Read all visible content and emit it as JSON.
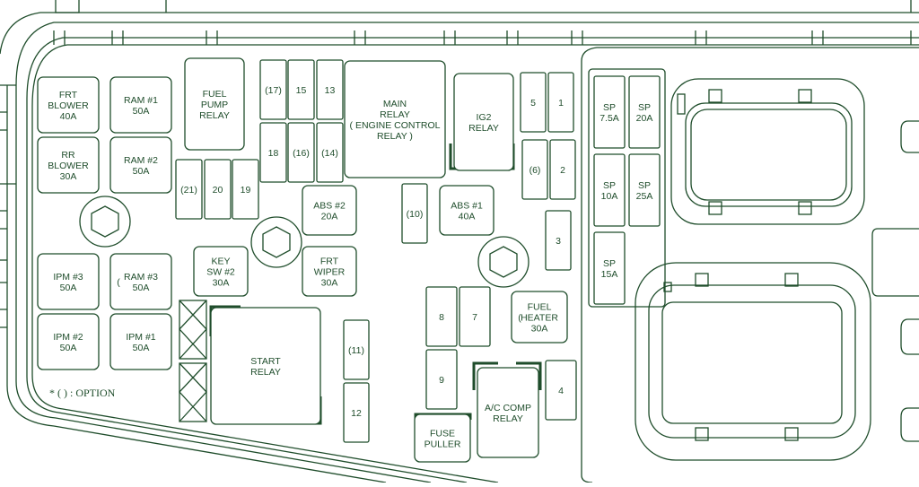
{
  "diagram": {
    "colors": {
      "ink": "#1f4d2b",
      "paper": "#ffffff"
    },
    "note": "* ( ) : OPTION",
    "components": [
      {
        "id": "frt-blower",
        "lines": [
          "FRT",
          "BLOWER",
          "40A"
        ]
      },
      {
        "id": "rr-blower",
        "lines": [
          "RR",
          "BLOWER",
          "30A"
        ]
      },
      {
        "id": "ipm3",
        "lines": [
          "IPM #3",
          "50A"
        ]
      },
      {
        "id": "ipm2",
        "lines": [
          "IPM #2",
          "50A"
        ]
      },
      {
        "id": "ram1",
        "lines": [
          "RAM #1",
          "50A"
        ]
      },
      {
        "id": "ram2",
        "lines": [
          "RAM #2",
          "50A"
        ]
      },
      {
        "id": "ram3",
        "lines": [
          "RAM #3",
          "50A"
        ],
        "prefix": "("
      },
      {
        "id": "ipm1",
        "lines": [
          "IPM #1",
          "50A"
        ]
      },
      {
        "id": "fuel-pump-relay",
        "lines": [
          "FUEL",
          "PUMP",
          "RELAY"
        ]
      },
      {
        "id": "f21",
        "lines": [
          "(21)"
        ]
      },
      {
        "id": "f20",
        "lines": [
          "20"
        ]
      },
      {
        "id": "f19",
        "lines": [
          "19"
        ]
      },
      {
        "id": "key-sw2",
        "lines": [
          "KEY",
          "SW #2",
          "30A"
        ]
      },
      {
        "id": "start-relay",
        "lines": [
          "START",
          "RELAY"
        ]
      },
      {
        "id": "f17",
        "lines": [
          "(17)"
        ]
      },
      {
        "id": "f15",
        "lines": [
          "15"
        ]
      },
      {
        "id": "f13",
        "lines": [
          "13"
        ]
      },
      {
        "id": "f18",
        "lines": [
          "18"
        ]
      },
      {
        "id": "f16",
        "lines": [
          "(16)"
        ]
      },
      {
        "id": "f14",
        "lines": [
          "(14)"
        ]
      },
      {
        "id": "abs2",
        "lines": [
          "ABS #2",
          "20A"
        ]
      },
      {
        "id": "frt-wiper",
        "lines": [
          "FRT",
          "WIPER",
          "30A"
        ]
      },
      {
        "id": "f11",
        "lines": [
          "(11)"
        ]
      },
      {
        "id": "f12",
        "lines": [
          "12"
        ]
      },
      {
        "id": "main-relay",
        "lines": [
          "MAIN",
          "RELAY",
          "( ENGINE CONTROL",
          "RELAY )"
        ]
      },
      {
        "id": "f10",
        "lines": [
          "(10)"
        ]
      },
      {
        "id": "ig2-relay",
        "lines": [
          "IG2",
          "RELAY"
        ]
      },
      {
        "id": "abs1",
        "lines": [
          "ABS #1",
          "40A"
        ]
      },
      {
        "id": "f5",
        "lines": [
          "5"
        ]
      },
      {
        "id": "f1",
        "lines": [
          "1"
        ]
      },
      {
        "id": "f6",
        "lines": [
          "(6)"
        ]
      },
      {
        "id": "f2",
        "lines": [
          "2"
        ]
      },
      {
        "id": "f3",
        "lines": [
          "3"
        ]
      },
      {
        "id": "f8",
        "lines": [
          "8"
        ]
      },
      {
        "id": "f7",
        "lines": [
          "7"
        ]
      },
      {
        "id": "fuel-heater",
        "lines": [
          "FUEL",
          "HEATER",
          "30A"
        ],
        "prefix": "("
      },
      {
        "id": "f9",
        "lines": [
          "9"
        ]
      },
      {
        "id": "ac-comp-relay",
        "lines": [
          "A/C COMP",
          "RELAY"
        ]
      },
      {
        "id": "f4",
        "lines": [
          "4"
        ]
      },
      {
        "id": "fuse-puller",
        "lines": [
          "FUSE",
          "PULLER"
        ]
      },
      {
        "id": "sp75",
        "lines": [
          "SP",
          "7.5A"
        ]
      },
      {
        "id": "sp20",
        "lines": [
          "SP",
          "20A"
        ]
      },
      {
        "id": "sp10",
        "lines": [
          "SP",
          "10A"
        ]
      },
      {
        "id": "sp25",
        "lines": [
          "SP",
          "25A"
        ]
      },
      {
        "id": "sp15",
        "lines": [
          "SP",
          "15A"
        ]
      }
    ]
  }
}
